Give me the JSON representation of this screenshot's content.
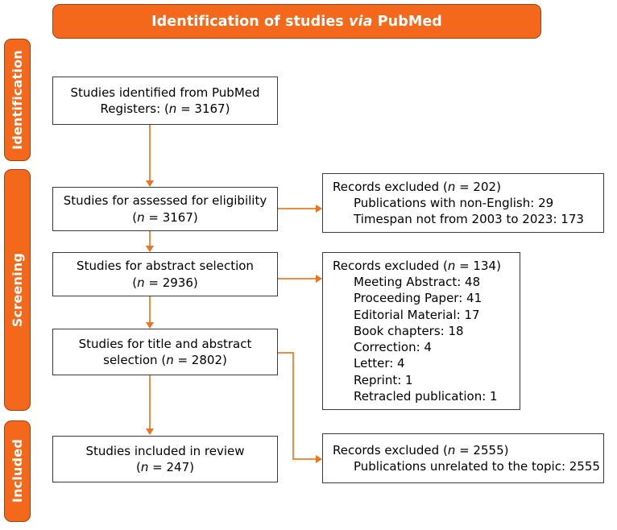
{
  "banner": {
    "text_before": "Identification of studies ",
    "text_italic": "via",
    "text_after": " PubMed"
  },
  "stages": [
    {
      "id": "identification",
      "label": "Identification"
    },
    {
      "id": "screening",
      "label": "Screening"
    },
    {
      "id": "included",
      "label": "Included"
    }
  ],
  "flow": {
    "identified": {
      "line1": "Studies identified from PubMed",
      "line2_before": "Registers: (",
      "line2_italic": "n",
      "line2_after": " = 3167)"
    },
    "eligibility": {
      "line1": "Studies for assessed for eligibility",
      "line2_before": "(",
      "line2_italic": "n",
      "line2_after": " = 3167)"
    },
    "abstract": {
      "line1": "Studies for abstract selection",
      "line2_before": "(",
      "line2_italic": "n",
      "line2_after": " = 2936)"
    },
    "title_abstract": {
      "line1": "Studies for title and abstract",
      "line2_before": "selection (",
      "line2_italic": "n",
      "line2_after": " = 2802)"
    },
    "included": {
      "line1": "Studies included in review",
      "line2_before": "(",
      "line2_italic": "n",
      "line2_after": " = 247)"
    }
  },
  "excluded": [
    {
      "id": "excluded-1",
      "head_before": "Records excluded (",
      "head_italic": "n",
      "head_after": " = 202)",
      "items": [
        "Publications with non-English: 29",
        "Timespan not from 2003 to 2023: 173"
      ]
    },
    {
      "id": "excluded-2",
      "head_before": "Records excluded (",
      "head_italic": "n",
      "head_after": " = 134)",
      "items": [
        "Meeting Abstract: 48",
        "Proceeding Paper: 41",
        "Editorial Material: 17",
        "Book chapters: 18",
        "Correction: 4",
        "Letter: 4",
        "Reprint: 1",
        "Retracled publication: 1"
      ]
    },
    {
      "id": "excluded-3",
      "head_before": "Records excluded (",
      "head_italic": "n",
      "head_after": " = 2555)",
      "items": [
        "Publications unrelated to the topic: 2555"
      ]
    }
  ],
  "colors": {
    "accent_orange": "#F4681B",
    "accent_border": "#9E4410",
    "connector": "#F08A3C",
    "arrow": "#F0711F",
    "box_border": "#3A3A3A",
    "box_fill": "#FFFFFF",
    "text": "#000000",
    "banner_text": "#FFFFFF"
  }
}
